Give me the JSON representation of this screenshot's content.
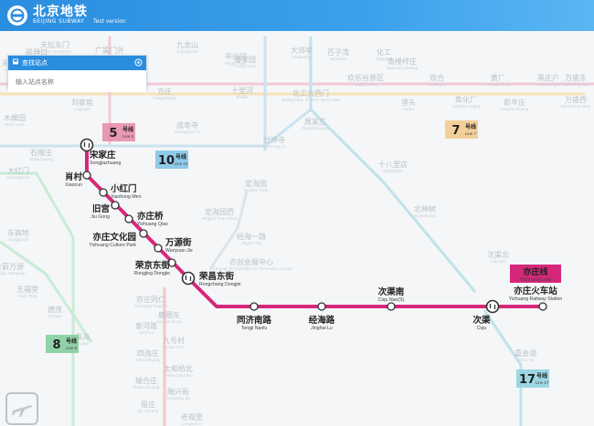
{
  "header": {
    "title_cn": "北京地铁",
    "title_en": "BEIJING SUBWAY",
    "version": "Test version"
  },
  "search": {
    "label": "查找站点",
    "placeholder": "输入站点名称"
  },
  "highlight_line": {
    "name_cn": "亦庄线",
    "name_en": "Yizhuang Line",
    "color": "#d6287a"
  },
  "stations": [
    {
      "cn": "宋家庄",
      "en": "Songjiazhuang",
      "transfer": true
    },
    {
      "cn": "肖村",
      "en": "Xiaocun",
      "transfer": false
    },
    {
      "cn": "小红门",
      "en": "Xiaohong Men",
      "transfer": false
    },
    {
      "cn": "旧宫",
      "en": "Jiu Gong",
      "transfer": false
    },
    {
      "cn": "亦庄桥",
      "en": "Yizhuang Qiao",
      "transfer": false
    },
    {
      "cn": "亦庄文化园",
      "en": "Yizhuang Culture Park",
      "transfer": false
    },
    {
      "cn": "万源街",
      "en": "Wanyuan Jie",
      "transfer": false
    },
    {
      "cn": "荣京东街",
      "en": "Rongjing Dongjie",
      "transfer": false
    },
    {
      "cn": "荣昌东街",
      "en": "Rongchang Dongjie",
      "transfer": true
    },
    {
      "cn": "同济南路",
      "en": "Tongji Nanlu",
      "transfer": false
    },
    {
      "cn": "经海路",
      "en": "Jinghai Lu",
      "transfer": false
    },
    {
      "cn": "次渠南",
      "en": "Ciqu Nan(S)",
      "transfer": false
    },
    {
      "cn": "次渠",
      "en": "Ciqu",
      "transfer": true
    },
    {
      "cn": "亦庄火车站",
      "en": "Yizhuang Railway Station",
      "transfer": false
    }
  ],
  "line_badges": [
    {
      "num": "5",
      "cn": "号线",
      "en": "Line 5",
      "color": "#e58aa8"
    },
    {
      "num": "10",
      "cn": "号线",
      "en": "Line 10",
      "color": "#7cc3e6"
    },
    {
      "num": "8",
      "cn": "号线",
      "en": "Line 8",
      "color": "#7fcc9a"
    },
    {
      "num": "7",
      "cn": "号线",
      "en": "Line 7",
      "color": "#f2c98a"
    },
    {
      "num": "17",
      "cn": "号线",
      "en": "Line 17",
      "color": "#8fd0e0"
    }
  ],
  "background_labels": [
    {
      "cn": "天坛东门",
      "en": "Tiantan Dongmen"
    },
    {
      "cn": "磁器口",
      "en": "Ciqikou"
    },
    {
      "cn": "广渠门外",
      "en": "Guangqumenwai"
    },
    {
      "cn": "九龙山",
      "en": "Jiulongshan"
    },
    {
      "cn": "平乐园",
      "en": "Pingle Yuan"
    },
    {
      "cn": "大郊亭",
      "en": "Dajiaoting"
    },
    {
      "cn": "百子湾",
      "en": "Baiziwan"
    },
    {
      "cn": "化工",
      "en": "Huagong"
    },
    {
      "cn": "南楼梓庄",
      "en": "Nanlouzi Zhuang"
    },
    {
      "cn": "刘家窑",
      "en": "Liujiayao"
    },
    {
      "cn": "方庄",
      "en": "Fangzhuang"
    },
    {
      "cn": "潘家园",
      "en": "Panjia Yuan"
    },
    {
      "cn": "十里河",
      "en": "Shilihe"
    },
    {
      "cn": "北工大西门",
      "en": "Beijing Univ. of Tech. West Gate"
    },
    {
      "cn": "欢乐谷景区",
      "en": "Happy Valley"
    },
    {
      "cn": "双合",
      "en": "Shuanghe"
    },
    {
      "cn": "焦化厂",
      "en": "Jiaohua Chang"
    },
    {
      "cn": "黄厂",
      "en": "Huangchang"
    },
    {
      "cn": "郎辛庄",
      "en": "Langxinzhuang"
    },
    {
      "cn": "黑庄户",
      "en": "Heizhuanghu"
    },
    {
      "cn": "万盛西",
      "en": "Wansheng West"
    },
    {
      "cn": "万盛东",
      "en": "Wansheng East"
    },
    {
      "cn": "垡头",
      "en": "Fatou"
    },
    {
      "cn": "成寿寺",
      "en": "Chengshou Si"
    },
    {
      "cn": "分钟寺",
      "en": "Fenzhong Si"
    },
    {
      "cn": "周家庄",
      "en": "Zhoujiazhuang"
    },
    {
      "cn": "石榴庄",
      "en": "Shiliuzhuang"
    },
    {
      "cn": "大红门",
      "en": "Dahongmen"
    },
    {
      "cn": "十八里店",
      "en": "Shibalidian"
    },
    {
      "cn": "北神树",
      "en": "Beishenshu"
    },
    {
      "cn": "定海园",
      "en": "Dinghai Yuan"
    },
    {
      "cn": "定海园西",
      "en": "Dinghai Yuan West"
    },
    {
      "cn": "经海一路",
      "en": "Jinghai Yilu"
    },
    {
      "cn": "亦创会展中心",
      "en": "Yichuang Int'l Exhibition & Convention Center"
    },
    {
      "cn": "东高地",
      "en": "Donggaodi"
    },
    {
      "cn": "火箭万源",
      "en": "Huojian Wanyuan"
    },
    {
      "cn": "五福堂",
      "en": "Wufu Tang"
    },
    {
      "cn": "德茂",
      "en": "Demao"
    },
    {
      "cn": "瀛海",
      "en": "Yinghai"
    },
    {
      "cn": "亦庄同仁",
      "en": "Yizhuang Tongren"
    },
    {
      "cn": "鹿圈东",
      "en": "Luquan Dong"
    },
    {
      "cn": "泰河路",
      "en": "Taihe Lu"
    },
    {
      "cn": "九号村",
      "en": "Jiuhao Cun"
    },
    {
      "cn": "四海庄",
      "en": "Sihai Zhuang"
    },
    {
      "cn": "太和桥北",
      "en": "Taihe Qiao Bei"
    },
    {
      "cn": "瑞合庄",
      "en": "Ruihe Zhuang"
    },
    {
      "cn": "融兴街",
      "en": "Rongxing Jie"
    },
    {
      "cn": "屈庄",
      "en": "Qu Zhuang"
    },
    {
      "cn": "老观里",
      "en": "Laoguan Li"
    },
    {
      "cn": "次渠北",
      "en": "Ciqu Bei"
    },
    {
      "cn": "嘉会湖",
      "en": "Jiahui Hu"
    },
    {
      "cn": "海户屯",
      "en": "Haihutun"
    },
    {
      "cn": "木樨园",
      "en": "Muxi Yuan"
    }
  ]
}
